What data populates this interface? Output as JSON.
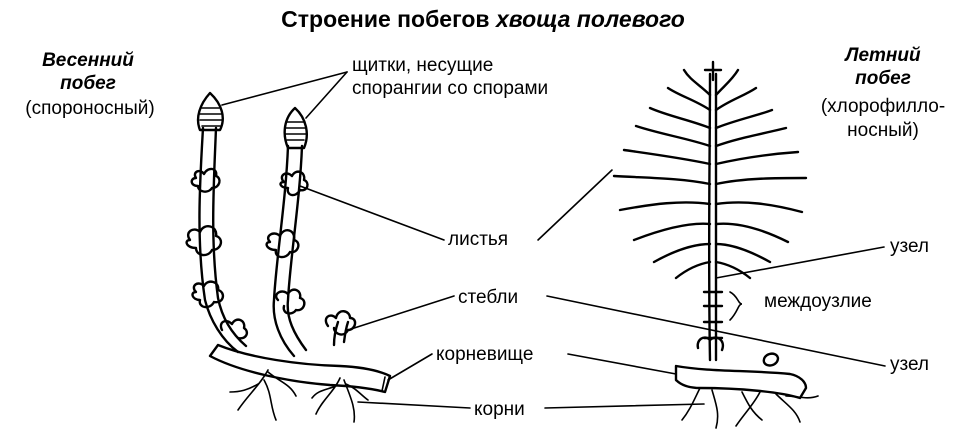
{
  "title_main": "Строение побегов",
  "title_species": "хвоща полевого",
  "spring_shoot": {
    "line1": "Весенний",
    "line2": "побег",
    "line3": "(спороносный)"
  },
  "summer_shoot": {
    "line1": "Летний",
    "line2": "побег",
    "line3": "(хлорофилло-",
    "line4": "носный)"
  },
  "labels": {
    "shields_1": "щитки, несущие",
    "shields_2": "спорангии со спорами",
    "leaves": "листья",
    "stems": "стебли",
    "rhizome": "корневище",
    "roots": "корни",
    "node_top": "узел",
    "internode": "междоузлие",
    "node_bottom": "узел"
  }
}
